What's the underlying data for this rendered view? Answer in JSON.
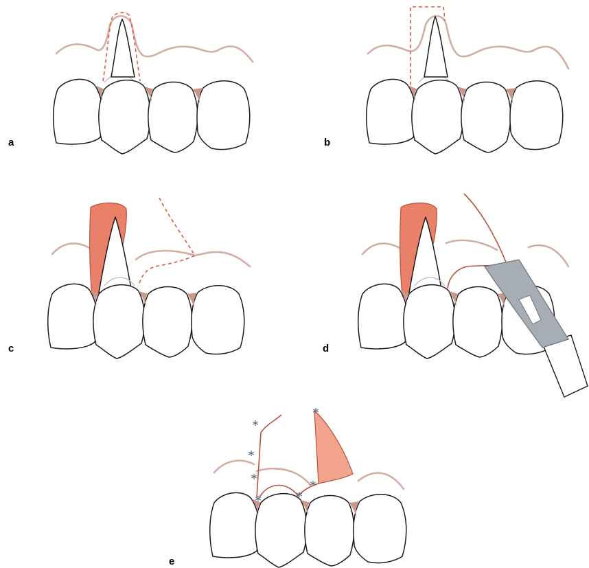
{
  "figure": {
    "panels": [
      {
        "id": "a",
        "label": "a"
      },
      {
        "id": "b",
        "label": "b"
      },
      {
        "id": "c",
        "label": "c"
      },
      {
        "id": "d",
        "label": "d"
      },
      {
        "id": "e",
        "label": "e"
      }
    ],
    "colors": {
      "tooth_outline": "#1a1a1a",
      "gingiva": "#d2ada3",
      "papilla": "#c9968a",
      "incision_dashed": "#e05a44",
      "flap": "#e9806a",
      "blade": "#a7adb4",
      "suture": "#5f6f86"
    }
  }
}
